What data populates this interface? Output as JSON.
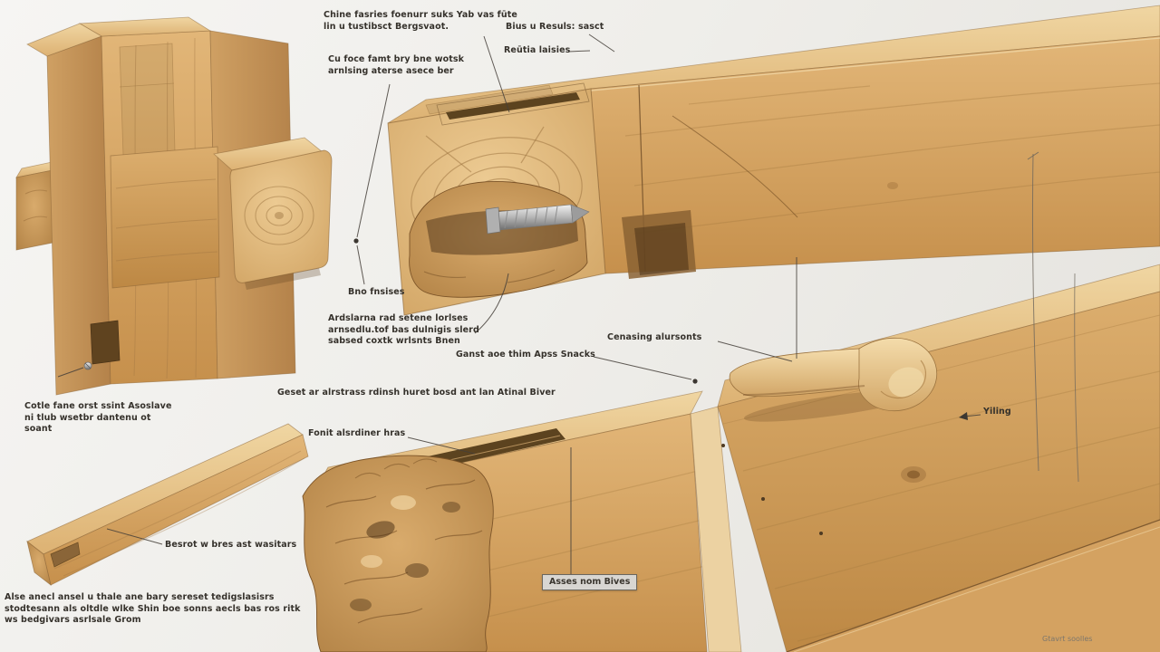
{
  "diagram": {
    "subject": "timber-framing-joinery-exploded-diagram",
    "background": "#efeeea",
    "wood_light": "#f0d6a2",
    "wood_mid": "#d9ac6e",
    "wood_dark": "#b9894e",
    "outline": "#8a6436",
    "ink": "#45403a",
    "metal": "#b5b5b5"
  },
  "callouts": [
    {
      "id": "callout-top-slot",
      "lines": [
        "Chine fasries foenurr suks Yab vas fūte",
        "lin u tustibsct Bergsvaot."
      ]
    },
    {
      "id": "callout-face-cut",
      "lines": [
        "Cu foce famt bry bne wotsk",
        "arnlsing aterse asece ber"
      ]
    },
    {
      "id": "callout-result",
      "lines": [
        "Bius u Resuls: sasct"
      ]
    },
    {
      "id": "callout-ridge",
      "lines": [
        "Reūtia laisies"
      ]
    },
    {
      "id": "callout-fastener",
      "lines": [
        "Bno fnsises"
      ]
    },
    {
      "id": "callout-hidden-screw",
      "lines": [
        "Ardslarna rad setene lorlses",
        "arnsedlu.tof bas dulnigis slerd",
        "sabsed coxtk wrlsnts Bnen"
      ]
    },
    {
      "id": "callout-peg-seat",
      "lines": [
        "Ganst aoe thim Apss Snacks"
      ]
    },
    {
      "id": "callout-centering",
      "lines": [
        "Cenasing alursonts"
      ]
    },
    {
      "id": "callout-flush-bed",
      "lines": [
        "Geset ar alrstrass rdinsh huret bosd ant lan Atinal Biver"
      ]
    },
    {
      "id": "callout-front-edge",
      "lines": [
        "Fonit alsrdiner hras"
      ]
    },
    {
      "id": "callout-tenon-note",
      "lines": [
        "Cotle fane orst ssint Asoslave",
        "ni tlub wsetbr dantenu ot",
        "soant"
      ]
    },
    {
      "id": "callout-rail",
      "lines": [
        "Besrot w bres ast wasitars"
      ]
    },
    {
      "id": "callout-yiling",
      "lines": [
        "Yiling"
      ]
    },
    {
      "id": "callout-footnote",
      "lines": [
        "Alse anecl ansel u thale ane bary sereset tedigslasisrs",
        "stodtesann als oltdle wlke Shin boe sonns aecls bas ros ritk",
        "ws bedgivars asrlsale Grom"
      ]
    }
  ],
  "boxed_label": {
    "text": "Asses nom Bives"
  },
  "caption": "Gtavrt soolles"
}
